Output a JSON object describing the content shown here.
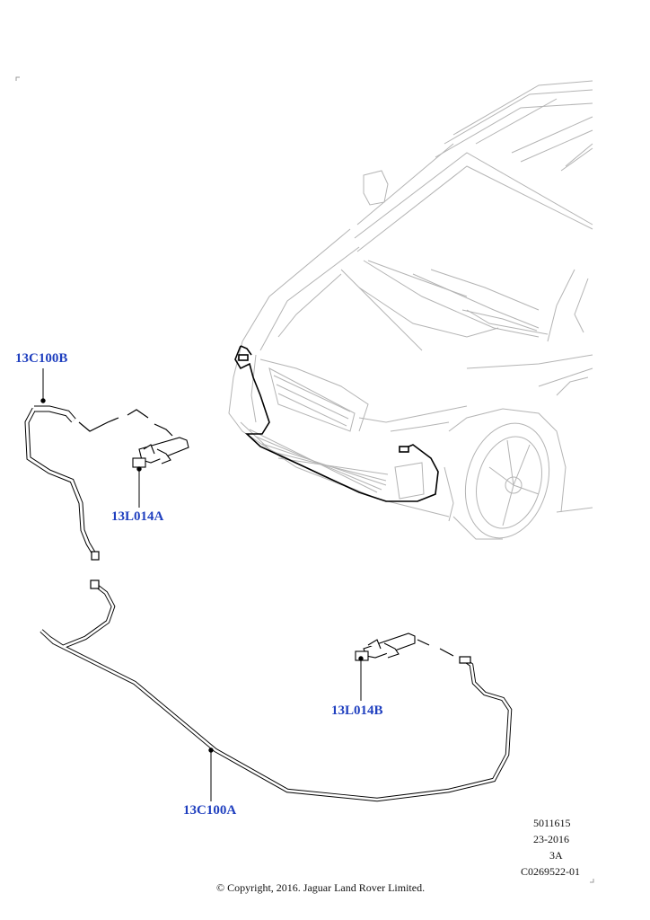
{
  "labels": {
    "p13C100B": "13C100B",
    "p13L014A": "13L014A",
    "p13L014B": "13L014B",
    "p13C100A": "13C100A"
  },
  "meta": {
    "line1": "5011615",
    "line2": "23-2016",
    "line3": "3A",
    "line4": "C0269522-01"
  },
  "copyright": "© Copyright, 2016. Jaguar Land Rover Limited.",
  "colors": {
    "label": "#1f3fbf",
    "vehicle_outline": "#b0b0b0",
    "hose": "#000000"
  }
}
